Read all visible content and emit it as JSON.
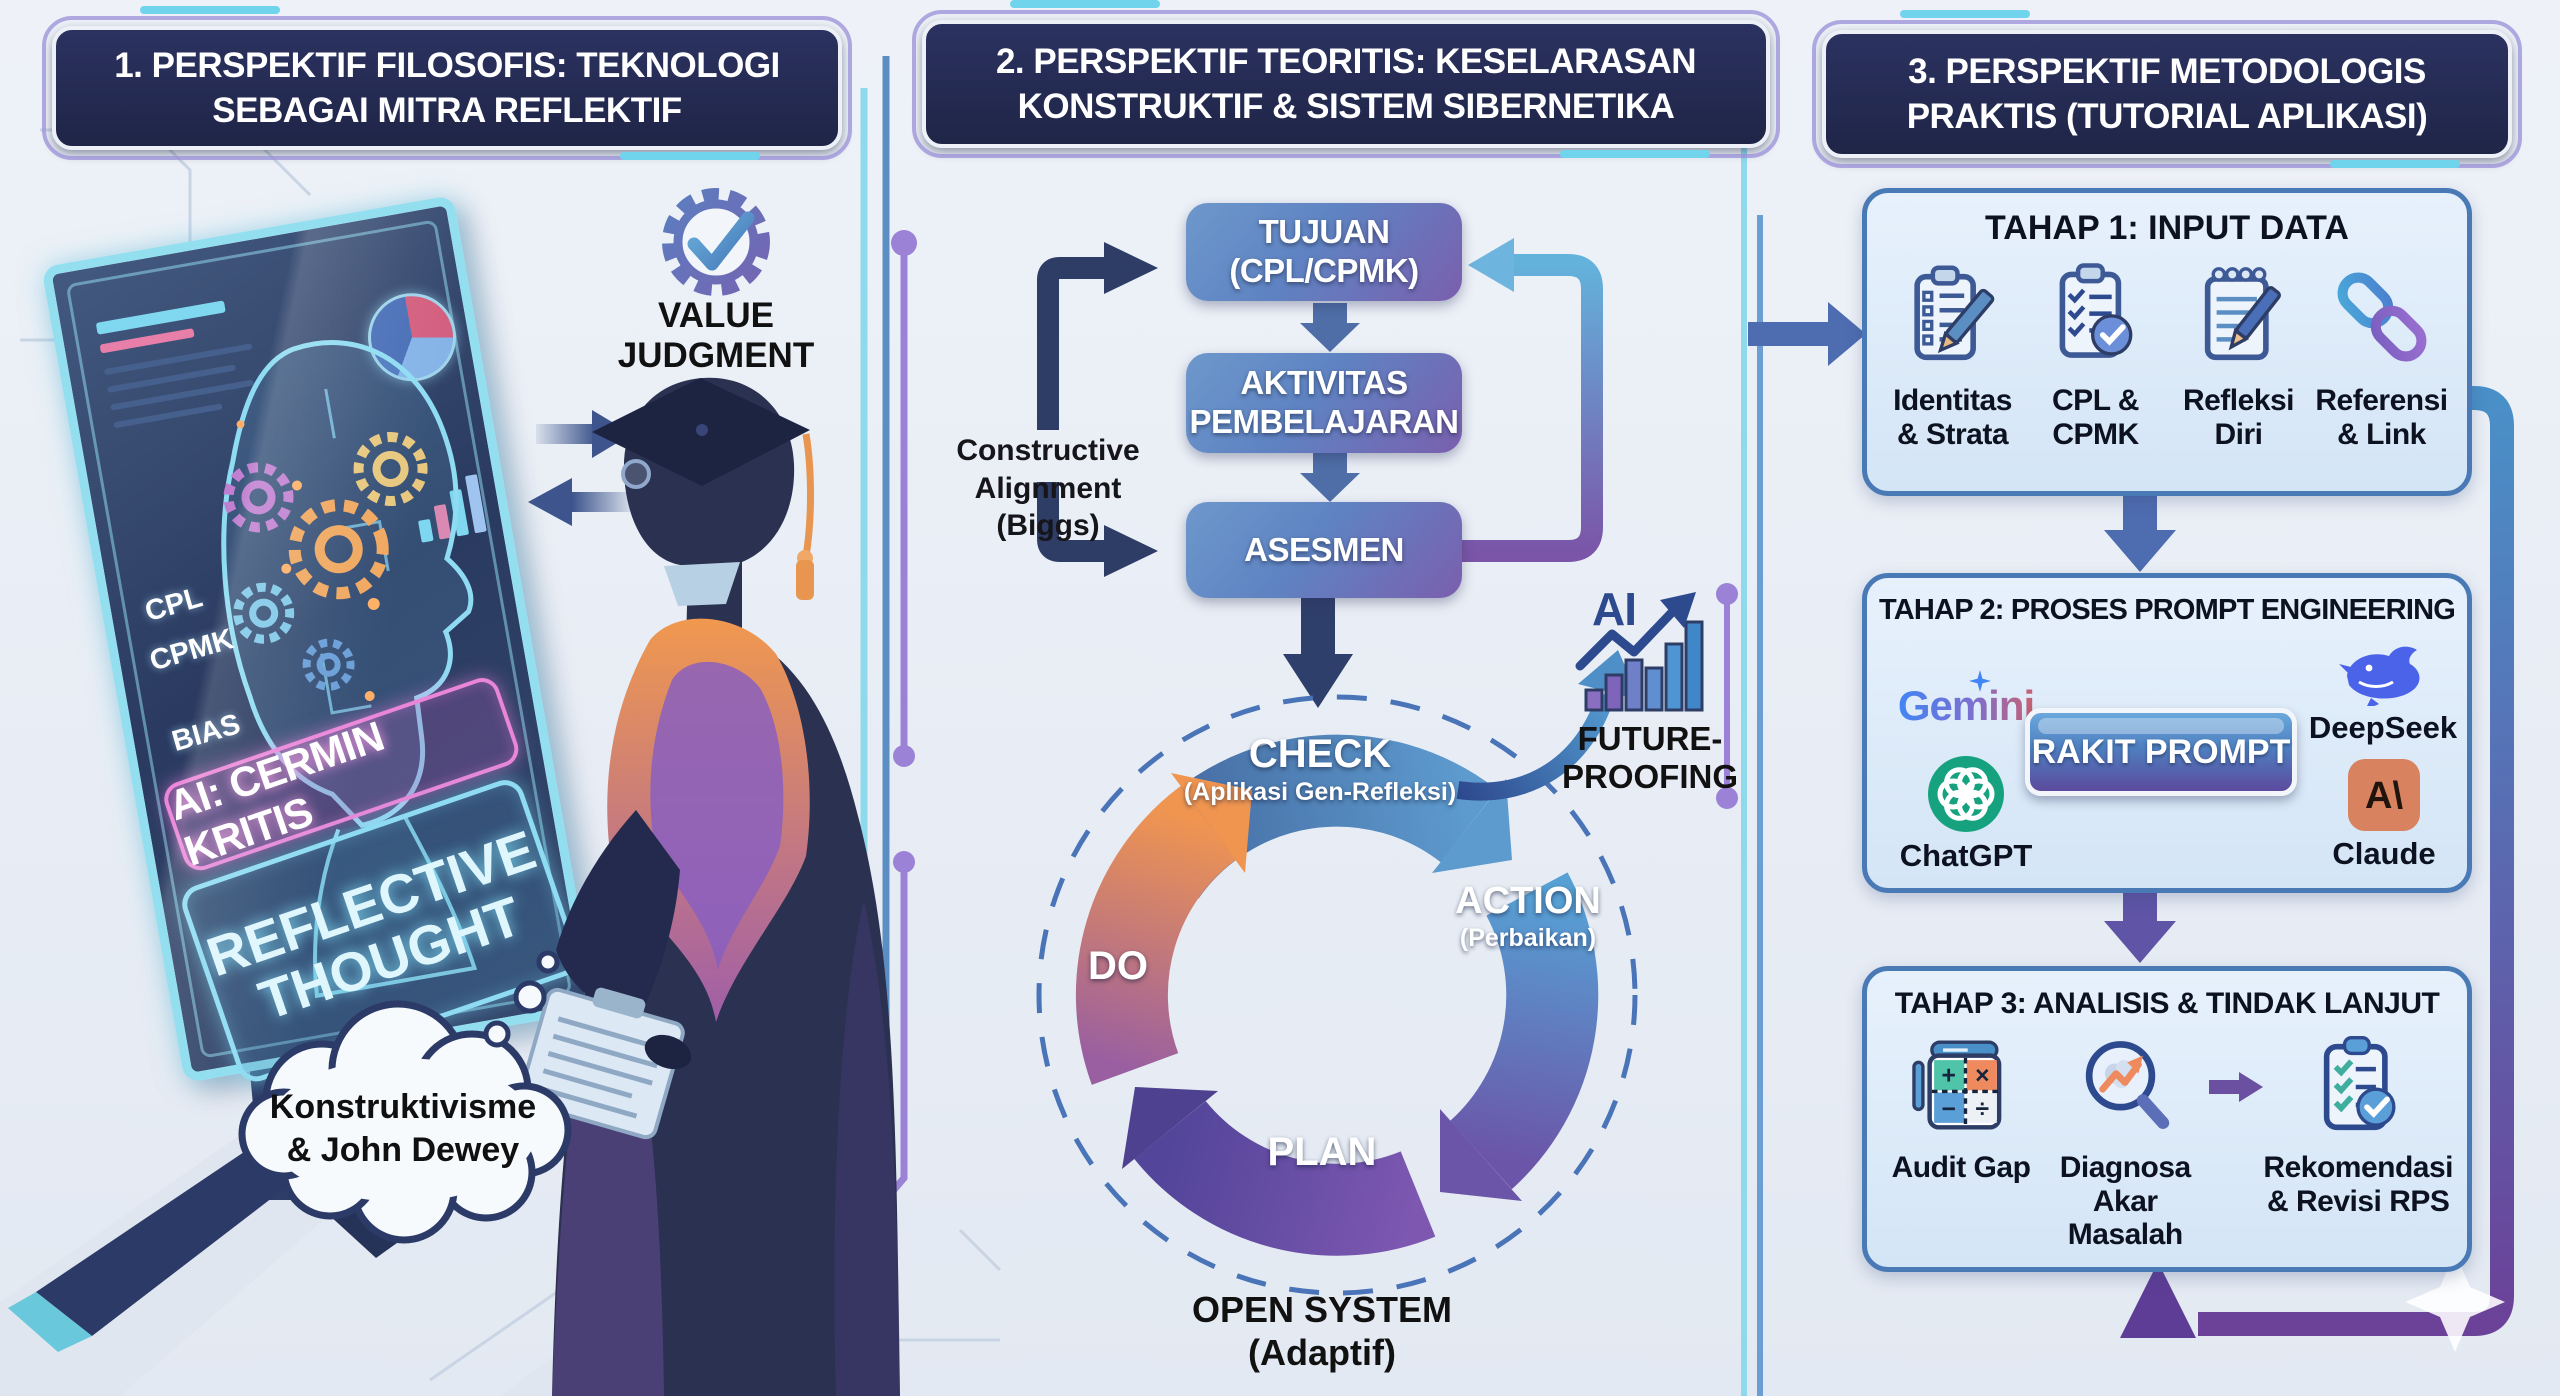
{
  "colors": {
    "background": "#e8edf5",
    "header_bg": "#232a52",
    "box_gradient_blue": "#6d98cc",
    "box_gradient_purple": "#7a5fae",
    "panel_box_bg": "#dceafa",
    "panel_box_border": "#4a7ab5",
    "navy_arrow": "#2e3d66",
    "cyan_accent": "#7fd8f0",
    "purple_accent": "#9a7fd4",
    "orange_accent": "#ef9550"
  },
  "panel1": {
    "header": "1. PERSPEKTIF FILOSOFIS: TEKNOLOGI\nSEBAGAI MITRA REFLEKTIF",
    "value_judgment": "VALUE\nJUDGMENT",
    "mirror_labels": {
      "l1": "CPL",
      "l2": "CPMK",
      "l3": "BIAS"
    },
    "mirror_title": "AI: CERMIN KRITIS",
    "mirror_subtitle": "REFLECTIVE\nTHOUGHT",
    "cloud": "Konstruktivisme\n& John Dewey"
  },
  "panel2": {
    "header": "2. PERSPEKTIF TEORITIS: KESELARASAN\nKONSTRUKTIF & SISTEM SIBERNETIKA",
    "alignment": "Constructive\nAlignment\n(Biggs)",
    "flow": [
      {
        "label": "TUJUAN\n(CPL/CPMK)"
      },
      {
        "label": "AKTIVITAS\nPEMBELAJARAN"
      },
      {
        "label": "ASESMEN"
      }
    ],
    "cycle": {
      "check": "CHECK",
      "check_sub": "(Aplikasi Gen-Refleksi)",
      "action": "ACTION",
      "action_sub": "(Perbaikan)",
      "plan": "PLAN",
      "do": "DO"
    },
    "future": {
      "ai": "AI",
      "label": "FUTURE-\nPROOFING"
    },
    "open_system": "OPEN SYSTEM\n(Adaptif)"
  },
  "panel3": {
    "header": "3. PERSPEKTIF METODOLOGIS\nPRAKTIS (TUTORIAL APLIKASI)",
    "tahap1": {
      "title": "TAHAP 1: INPUT DATA",
      "items": [
        {
          "icon": "clipboard-pencil-icon",
          "label": "Identitas\n& Strata"
        },
        {
          "icon": "checklist-check-icon",
          "label": "CPL &\nCPMK"
        },
        {
          "icon": "notepad-pencil-icon",
          "label": "Refleksi\nDiri"
        },
        {
          "icon": "link-icon",
          "label": "Referensi\n& Link"
        }
      ]
    },
    "tahap2": {
      "title": "TAHAP 2: PROSES PROMPT ENGINEERING",
      "button": "RAKIT PROMPT",
      "tools": {
        "gemini": "Gemini",
        "chatgpt": "ChatGPT",
        "deepseek": "DeepSeek",
        "claude": "Claude"
      }
    },
    "tahap3": {
      "title": "TAHAP 3: ANALISIS & TINDAK LANJUT",
      "items": [
        {
          "icon": "audit-gap-icon",
          "label": "Audit Gap"
        },
        {
          "icon": "diagnose-magnifier-icon",
          "label": "Diagnosa\nAkar Masalah"
        },
        {
          "icon": "recommendation-checklist-icon",
          "label": "Rekomendasi\n& Revisi RPS"
        }
      ]
    }
  }
}
